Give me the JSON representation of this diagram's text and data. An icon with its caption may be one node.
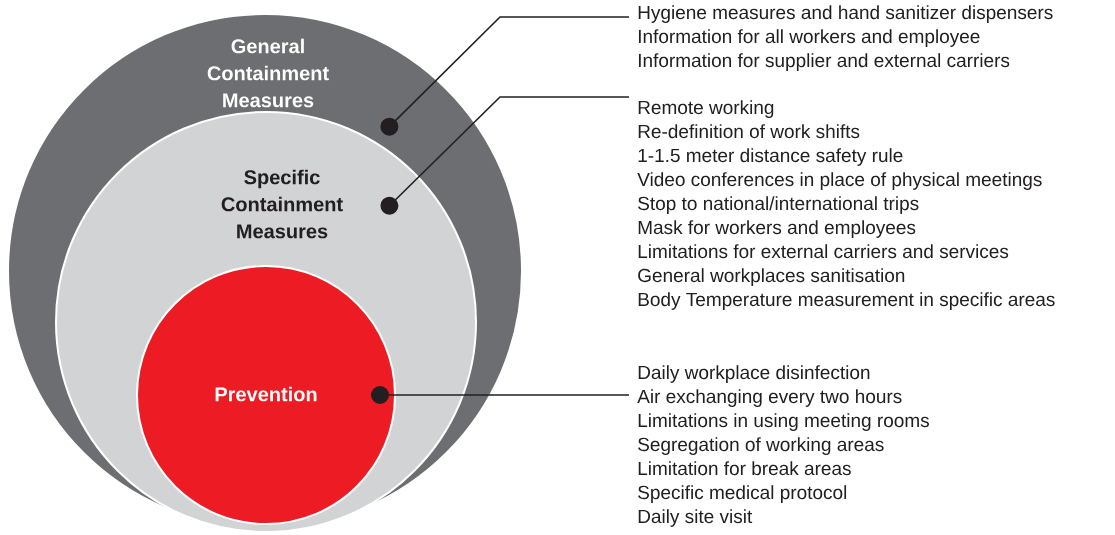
{
  "diagram": {
    "nodes": [
      {
        "text": [
          "General Containment Measures"
        ]
      },
      {
        "text": [
          "Specific Containment Measures"
        ],
        "in": 0
      },
      {
        "text": [
          "Prevention"
        ],
        "in": 1
      },
      {
        "text": [
          "Hygiene measures and hand sanitizer dispensers",
          "Information for all workers and employee",
          "Information for supplier and external carriers"
        ]
      },
      {
        "text": [
          "Remote working",
          "Re-definition of work shifts",
          "1-1.5 meter distance safety rule",
          "Video conferences in place of physical meetings",
          "Stop to national/international trips",
          "Mask for workers and employees",
          "Limitations for external carriers and services",
          "General workplaces sanitisation",
          "Body Temperature measurement in specific areas"
        ]
      },
      {
        "text": [
          "Daily workplace disinfection",
          "Air exchanging every two hours",
          "Limitations in using meeting rooms",
          "Segregation of working areas",
          "Limitation for break areas",
          "Specific medical protocol",
          "Daily site visit"
        ]
      }
    ],
    "edges": [
      {
        "from": 0,
        "to": 3,
        "arrow": "other"
      },
      {
        "from": 1,
        "to": 4,
        "arrow": "other"
      },
      {
        "from": 2,
        "to": 5,
        "arrow": "other"
      }
    ]
  }
}
